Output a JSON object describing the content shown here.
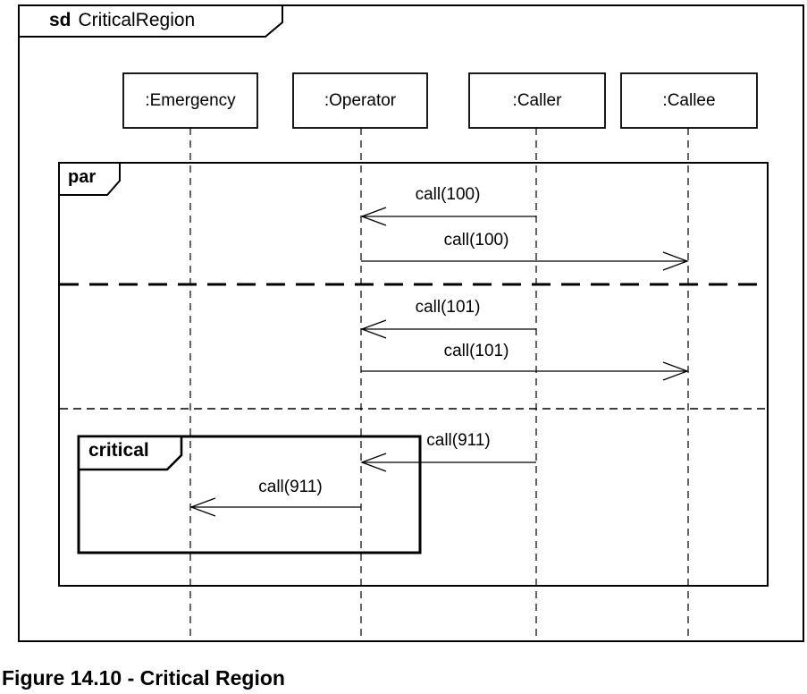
{
  "diagram": {
    "kind": "uml-sequence-diagram",
    "frame": {
      "keyword": "sd",
      "name": "CriticalRegion"
    },
    "lifelines": [
      {
        "label": ":Emergency"
      },
      {
        "label": ":Operator"
      },
      {
        "label": ":Caller"
      },
      {
        "label": ":Callee"
      }
    ],
    "fragments": {
      "par": {
        "operator": "par",
        "operand_separators": 2
      },
      "critical": {
        "operator": "critical"
      }
    },
    "messages": [
      {
        "label": "call(100)",
        "from": ":Caller",
        "to": ":Operator",
        "kind": "async"
      },
      {
        "label": "call(100)",
        "from": ":Operator",
        "to": ":Callee",
        "kind": "async"
      },
      {
        "label": "call(101)",
        "from": ":Caller",
        "to": ":Operator",
        "kind": "async"
      },
      {
        "label": "call(101)",
        "from": ":Operator",
        "to": ":Callee",
        "kind": "async"
      },
      {
        "label": "call(911)",
        "from": ":Caller",
        "to": ":Operator",
        "kind": "async"
      },
      {
        "label": "call(911)",
        "from": ":Operator",
        "to": ":Emergency",
        "kind": "async"
      }
    ],
    "caption": "Figure 14.10 - Critical Region",
    "colors": {
      "line": "#000000",
      "background": "#ffffff"
    }
  }
}
